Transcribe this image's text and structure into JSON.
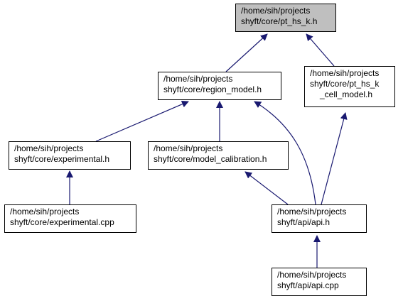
{
  "diagram": {
    "nodes": {
      "pt_hs_k": {
        "line1": "/home/sih/projects",
        "line2": "shyft/core/pt_hs_k.h"
      },
      "region_model": {
        "line1": "/home/sih/projects",
        "line2": "shyft/core/region_model.h"
      },
      "pt_hs_k_cell": {
        "line1": "/home/sih/projects",
        "line2": "shyft/core/pt_hs_k",
        "line3": "_cell_model.h"
      },
      "experimental_h": {
        "line1": "/home/sih/projects",
        "line2": "shyft/core/experimental.h"
      },
      "model_calibration": {
        "line1": "/home/sih/projects",
        "line2": "shyft/core/model_calibration.h"
      },
      "experimental_cpp": {
        "line1": "/home/sih/projects",
        "line2": "shyft/core/experimental.cpp"
      },
      "api_h": {
        "line1": "/home/sih/projects",
        "line2": "shyft/api/api.h"
      },
      "api_cpp": {
        "line1": "/home/sih/projects",
        "line2": "shyft/api/api.cpp"
      }
    },
    "edge_color": "#191970"
  }
}
